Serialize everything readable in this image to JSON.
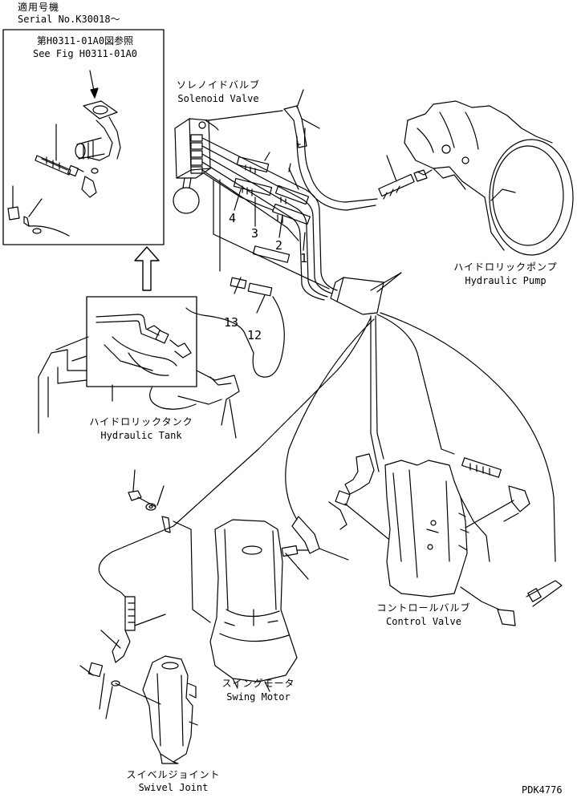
{
  "header": {
    "applicable_jp": "適用号機",
    "serial": "Serial No.K30018〜"
  },
  "inset": {
    "ref_jp": "第H0311-01A0図参照",
    "ref_en": "See Fig H0311-01A0"
  },
  "components": {
    "solenoid_valve": {
      "jp": "ソレノイドバルブ",
      "en": "Solenoid Valve"
    },
    "hydraulic_pump": {
      "jp": "ハイドロリックポンプ",
      "en": "Hydraulic Pump"
    },
    "hydraulic_tank": {
      "jp": "ハイドロリックタンク",
      "en": "Hydraulic Tank"
    },
    "control_valve": {
      "jp": "コントロールバルブ",
      "en": "Control Valve"
    },
    "swing_motor": {
      "jp": "スイングモータ",
      "en": "Swing Motor"
    },
    "swivel_joint": {
      "jp": "スイベルジョイント",
      "en": "Swivel Joint"
    }
  },
  "callouts": [
    "4",
    "3",
    "2",
    "1",
    "13",
    "12"
  ],
  "drawing_number": "PDK4776",
  "line_color": "#000000"
}
